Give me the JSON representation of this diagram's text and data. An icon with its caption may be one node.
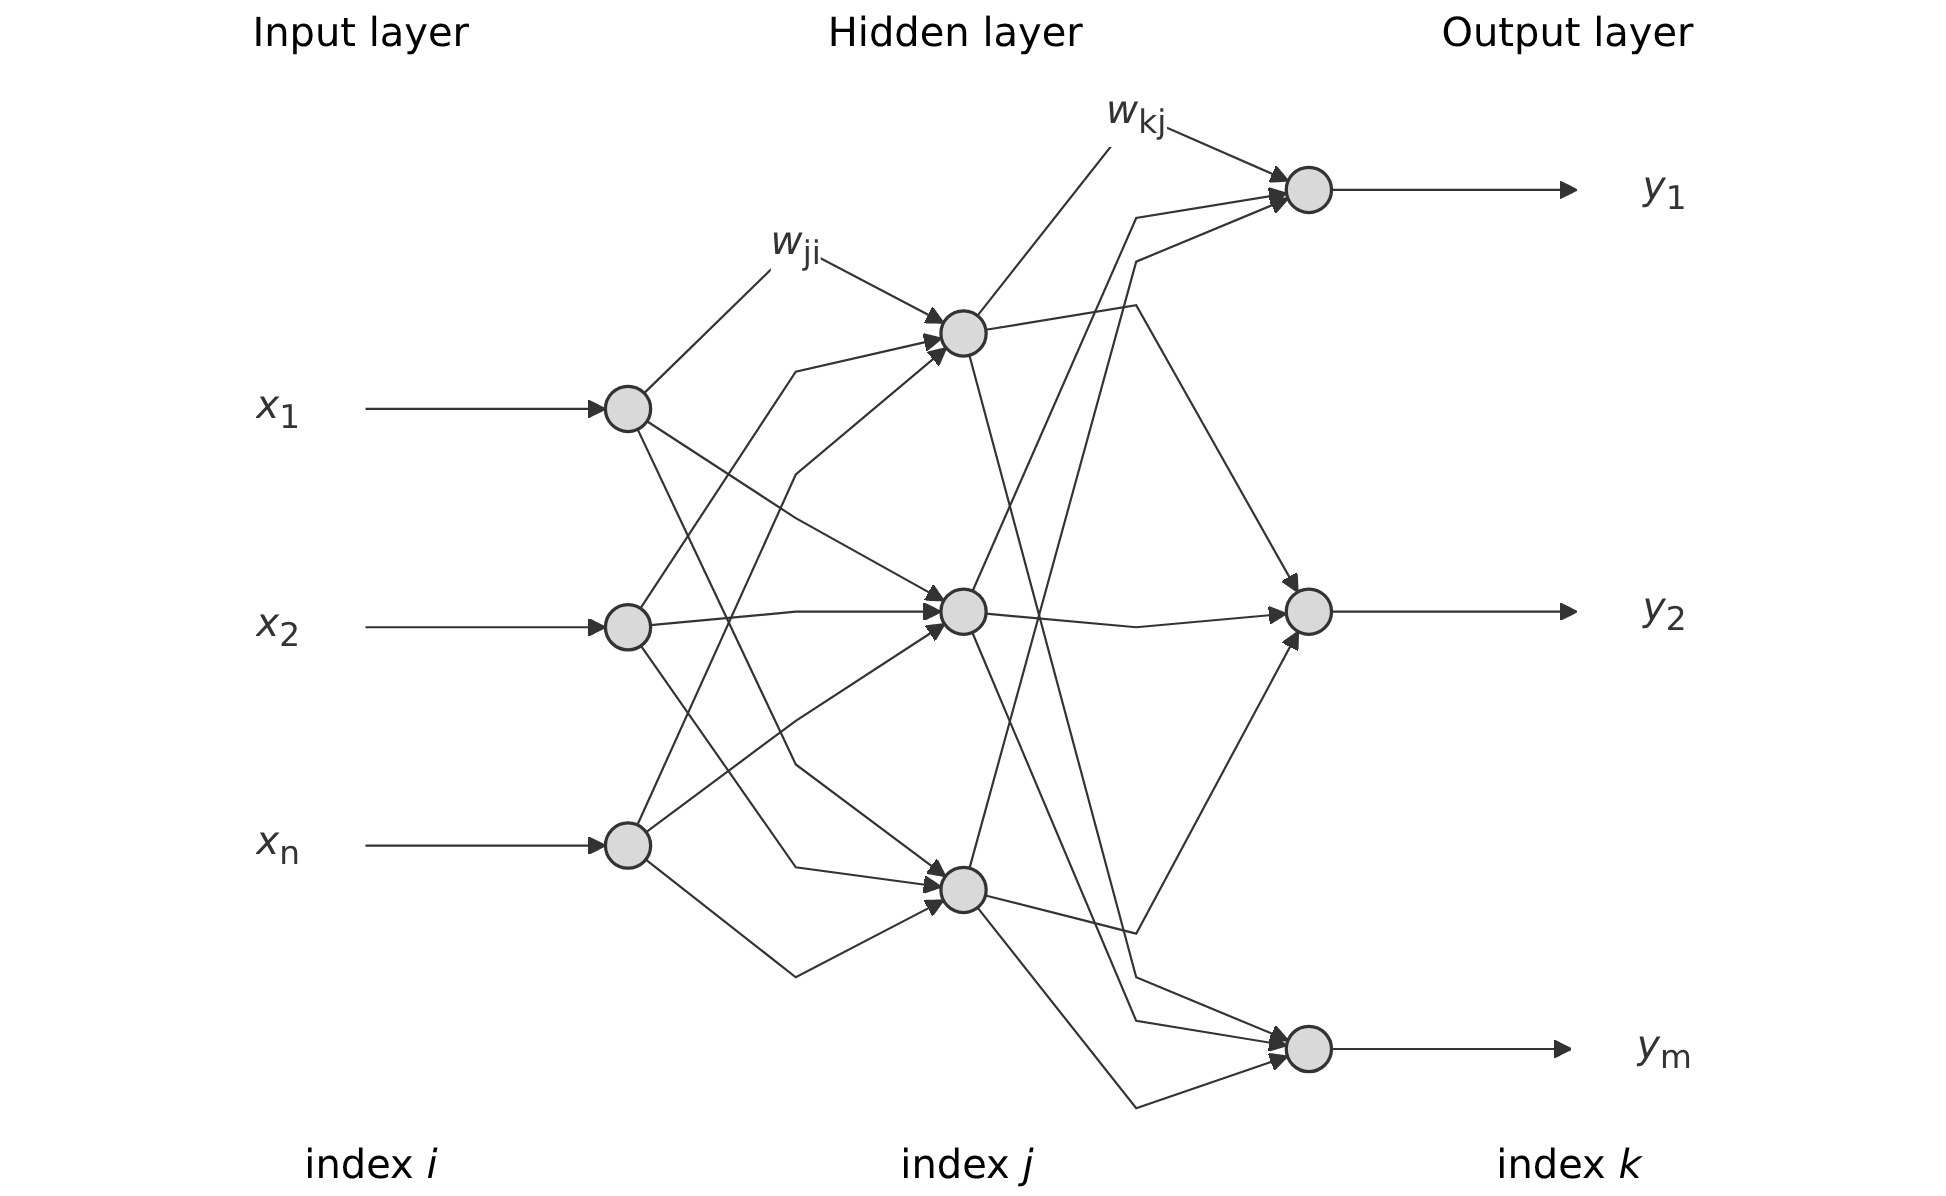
{
  "diagram": {
    "nodes": [
      {
        "text": [
          "*x*$_{1}$"
        ]
      },
      {
        "text": [
          "*x*$_{2}$"
        ]
      },
      {
        "text": [
          "*x*$_{n}$"
        ]
      },
      {
        "text": [],
        "shape": "circle"
      },
      {
        "text": [],
        "shape": "circle"
      },
      {
        "text": [],
        "shape": "circle"
      },
      {
        "text": [],
        "shape": "circle"
      },
      {
        "text": [],
        "shape": "circle"
      },
      {
        "text": [],
        "shape": "circle"
      },
      {
        "text": [],
        "shape": "circle"
      },
      {
        "text": [],
        "shape": "circle"
      },
      {
        "text": [],
        "shape": "circle"
      },
      {
        "text": [
          "*y*$_{1}$"
        ]
      },
      {
        "text": [
          "*y*$_{2}$"
        ]
      },
      {
        "text": [
          "*y*$_{m}$"
        ]
      }
    ],
    "edges": [
      {
        "from": 0,
        "to": 3,
        "arrow": "to"
      },
      {
        "from": 1,
        "to": 4,
        "arrow": "to"
      },
      {
        "from": 2,
        "to": 5,
        "arrow": "to"
      },
      {
        "from": 3,
        "to": 6,
        "arrow": "to",
        "label": "*w*$_{ji}$"
      },
      {
        "from": 3,
        "to": 7,
        "arrow": "to"
      },
      {
        "from": 3,
        "to": 8,
        "arrow": "to"
      },
      {
        "from": 4,
        "to": 6,
        "arrow": "to"
      },
      {
        "from": 4,
        "to": 7,
        "arrow": "to"
      },
      {
        "from": 4,
        "to": 8,
        "arrow": "to"
      },
      {
        "from": 5,
        "to": 6,
        "arrow": "to"
      },
      {
        "from": 5,
        "to": 7,
        "arrow": "to"
      },
      {
        "from": 5,
        "to": 8,
        "arrow": "to"
      },
      {
        "from": 6,
        "to": 9,
        "arrow": "to",
        "label": "*w*$_{kj}$"
      },
      {
        "from": 6,
        "to": 10,
        "arrow": "to"
      },
      {
        "from": 6,
        "to": 11,
        "arrow": "to"
      },
      {
        "from": 7,
        "to": 9,
        "arrow": "to"
      },
      {
        "from": 7,
        "to": 10,
        "arrow": "to"
      },
      {
        "from": 7,
        "to": 11,
        "arrow": "to"
      },
      {
        "from": 8,
        "to": 9,
        "arrow": "to"
      },
      {
        "from": 8,
        "to": 10,
        "arrow": "to"
      },
      {
        "from": 8,
        "to": 11,
        "arrow": "to"
      },
      {
        "from": 9,
        "to": 12,
        "arrow": "to"
      },
      {
        "from": 10,
        "to": 13,
        "arrow": "to"
      },
      {
        "from": 11,
        "to": 14,
        "arrow": "to"
      }
    ],
    "labels": [
      "Input layer",
      "Hidden layer",
      "Output layer",
      "index *i*",
      "index *j*",
      "index *k*"
    ]
  }
}
